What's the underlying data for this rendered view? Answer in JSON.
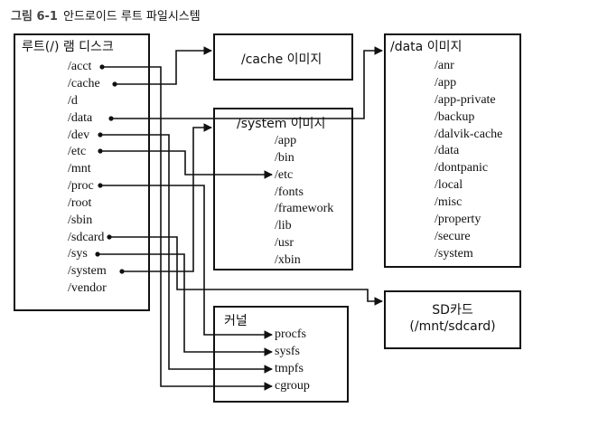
{
  "figure": {
    "number": "그림 6-1",
    "caption": "안드로이드 루트 파일시스템"
  },
  "root_box": {
    "title": "루트(/) 램 디스크",
    "items": [
      "/acct",
      "/cache",
      "/d",
      "/data",
      "/dev",
      "/etc",
      "/mnt",
      "/proc",
      "/root",
      "/sbin",
      "/sdcard",
      "/sys",
      "/system",
      "/vendor"
    ]
  },
  "cache_box": {
    "title": "/cache 이미지"
  },
  "system_box": {
    "title": "/system 이미지",
    "items": [
      "/app",
      "/bin",
      "/etc",
      "/fonts",
      "/framework",
      "/lib",
      "/usr",
      "/xbin"
    ]
  },
  "data_box": {
    "title": "/data 이미지",
    "items": [
      "/anr",
      "/app",
      "/app-private",
      "/backup",
      "/dalvik-cache",
      "/data",
      "/dontpanic",
      "/local",
      "/misc",
      "/property",
      "/secure",
      "/system"
    ]
  },
  "sd_box": {
    "title": "SD카드",
    "subtitle": "(/mnt/sdcard)"
  },
  "kernel_box": {
    "title": "커널",
    "items": [
      "procfs",
      "sysfs",
      "tmpfs",
      "cgroup"
    ]
  }
}
